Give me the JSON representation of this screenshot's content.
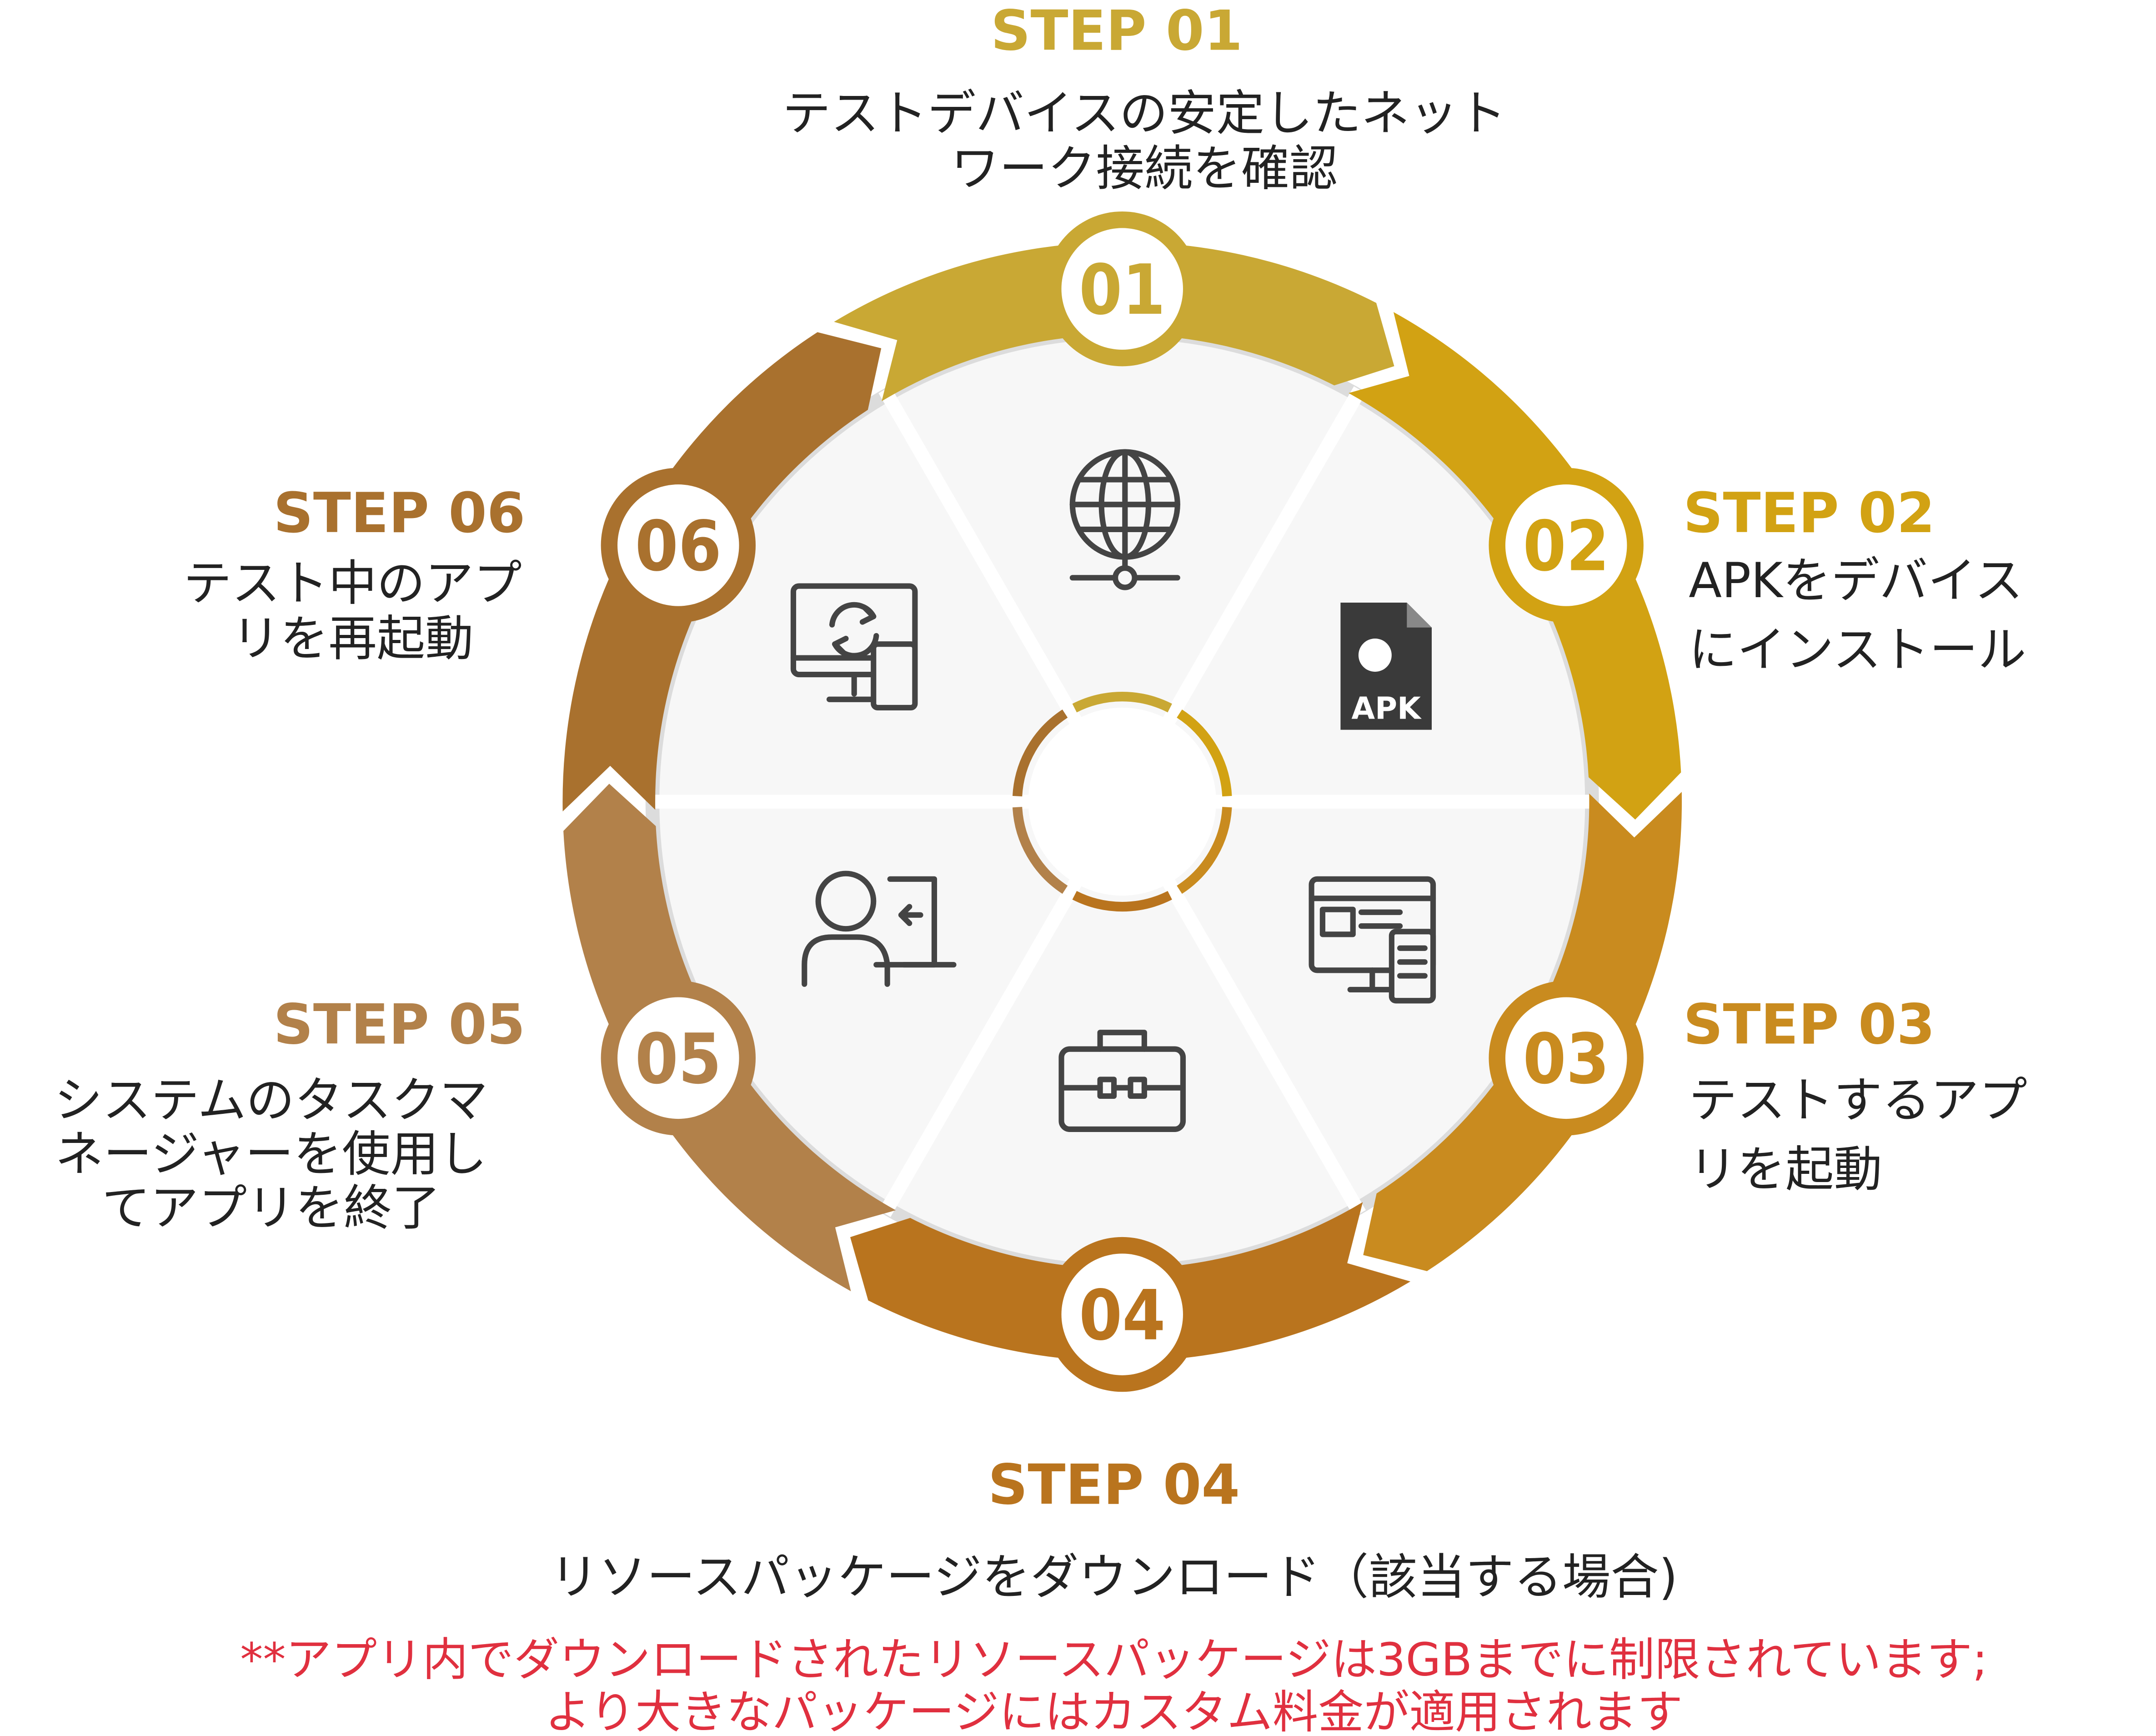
{
  "colors": {
    "step1": "#C9A834",
    "step2": "#D2A213",
    "step3": "#C98B1F",
    "step4": "#B9741E",
    "step5": "#B2814A",
    "step6": "#A9712E",
    "note": "#E0303F"
  },
  "steps": [
    {
      "title": "STEP 01",
      "number": "01",
      "icon": "globe-network-icon",
      "lines": [
        "テストデバイスの安定したネット",
        "ワーク接続を確認"
      ]
    },
    {
      "title": "STEP 02",
      "number": "02",
      "icon": "apk-file-icon",
      "lines": [
        "APKをデバイス",
        "にインストール"
      ]
    },
    {
      "title": "STEP 03",
      "number": "03",
      "icon": "desktop-app-icon",
      "lines": [
        "テストするアプ",
        "リを起動"
      ]
    },
    {
      "title": "STEP 04",
      "number": "04",
      "icon": "briefcase-icon",
      "lines": [
        "リソースパッケージをダウンロード（該当する場合)"
      ]
    },
    {
      "title": "STEP 05",
      "number": "05",
      "icon": "user-logout-icon",
      "lines": [
        "システムのタスクマ",
        "ネージャーを使用し",
        "てアプリを終了"
      ]
    },
    {
      "title": "STEP 06",
      "number": "06",
      "icon": "device-sync-icon",
      "lines": [
        "テスト中のアプ",
        "リを再起動"
      ]
    }
  ],
  "note": {
    "lines": [
      "**アプリ内でダウンロードされたリソースパッケージは3GBまでに制限されています;",
      "より大きなパッケージにはカスタム料金が適用されます"
    ]
  }
}
